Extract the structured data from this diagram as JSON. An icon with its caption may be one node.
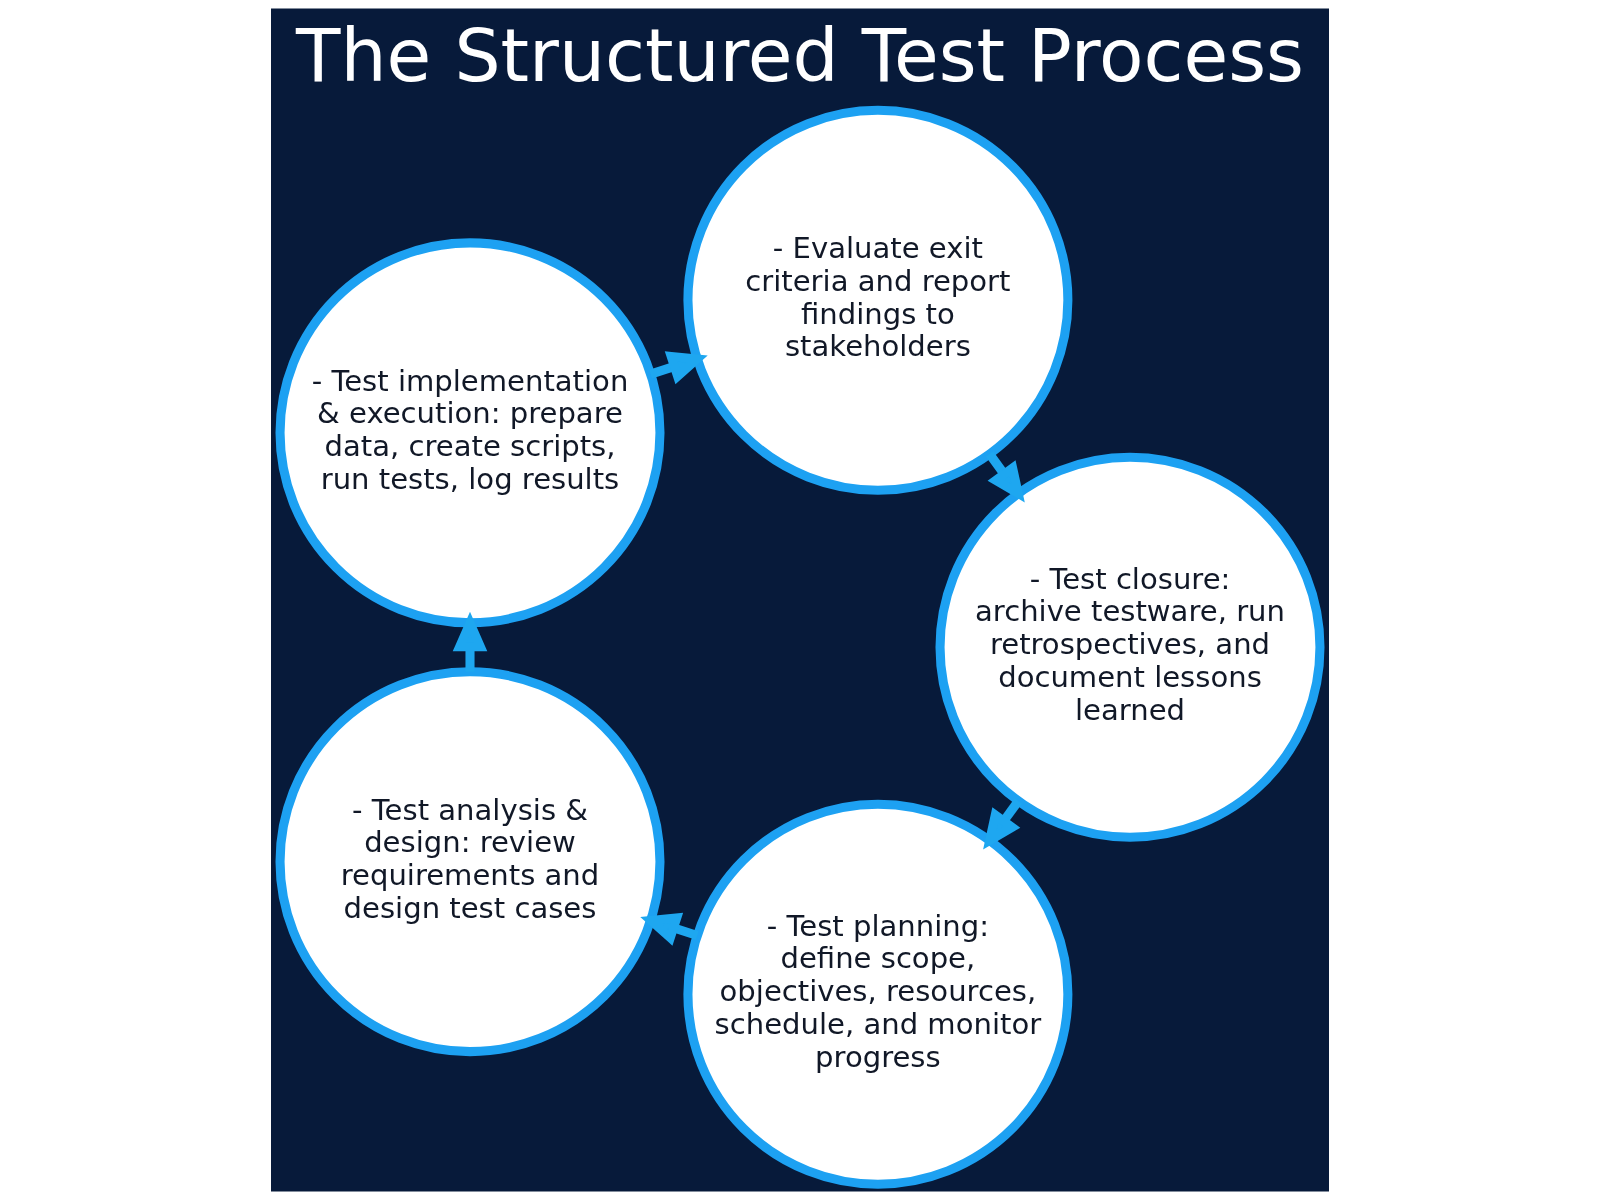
{
  "diagram": {
    "title": "The Structured Test Process",
    "nodes": [
      {
        "text": [
          "- Test planning: define scope, objectives, resources, schedule, and monitor progress"
        ]
      },
      {
        "text": [
          "- Test analysis & design: review requirements and design test cases"
        ]
      },
      {
        "text": [
          "- Test implementation & execution: prepare data, create scripts, run tests, log results"
        ]
      },
      {
        "text": [
          "- Evaluate exit criteria and report findings to stakeholders"
        ]
      },
      {
        "text": [
          "- Test closure: archive testware, run retrospectives, and document lessons learned"
        ]
      }
    ],
    "edges": [
      {
        "from": 0,
        "to": 1,
        "arrow": "to"
      },
      {
        "from": 1,
        "to": 2,
        "arrow": "to"
      },
      {
        "from": 2,
        "to": 3,
        "arrow": "to"
      },
      {
        "from": 3,
        "to": 4,
        "arrow": "to"
      },
      {
        "from": 4,
        "to": 0,
        "arrow": "to"
      }
    ]
  }
}
